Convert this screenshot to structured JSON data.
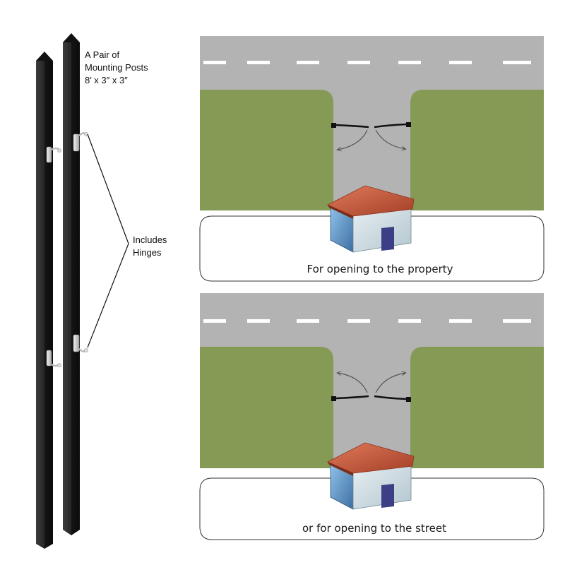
{
  "posts_label": {
    "line1": "A Pair of",
    "line2": "Mounting Posts",
    "line3": "8′ x 3″ x 3″"
  },
  "hinges_label": {
    "line1": "Includes",
    "line2": "Hinges"
  },
  "scenes": [
    {
      "caption": "For opening to the property",
      "swing": "inward"
    },
    {
      "caption": "or for opening to the street",
      "swing": "outward"
    }
  ],
  "colors": {
    "road": "#b3b3b3",
    "grass": "#859a55",
    "lane_marking": "#ffffff",
    "post": "#2f2f2f",
    "roof": "#c2553a",
    "house_wall": "#6b9fd0",
    "door": "#3c3f85"
  },
  "icons": [
    "mounting-post-icon",
    "hinge-icon",
    "gate-icon",
    "house-icon",
    "swing-arrow-icon"
  ]
}
